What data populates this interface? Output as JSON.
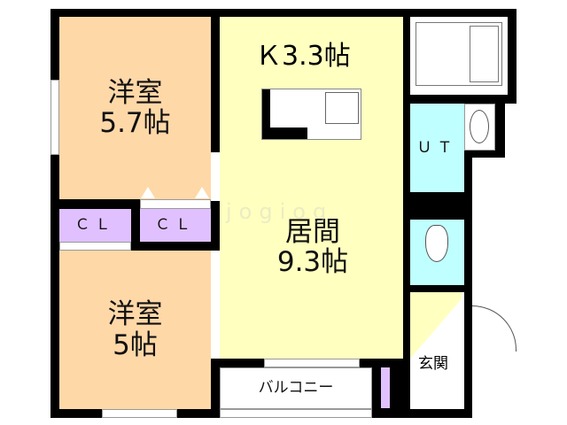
{
  "rooms": {
    "western_room_1": {
      "name": "洋室",
      "size": "5.7帖"
    },
    "western_room_2": {
      "name": "洋室",
      "size": "5帖"
    },
    "closet_1": "ＣＬ",
    "closet_2": "ＣＬ",
    "kitchen": "Ｋ3.3帖",
    "living": {
      "name": "居間",
      "size": "9.3帖"
    },
    "utility": "ＵＴ",
    "entrance": "玄関",
    "balcony": "バルコニー"
  },
  "watermark": "jogiog",
  "colors": {
    "western": "#ffd8a8",
    "closet": "#e0c0ff",
    "living": "#ffffc0",
    "wet": "#c0ffff",
    "wall": "#000000"
  }
}
